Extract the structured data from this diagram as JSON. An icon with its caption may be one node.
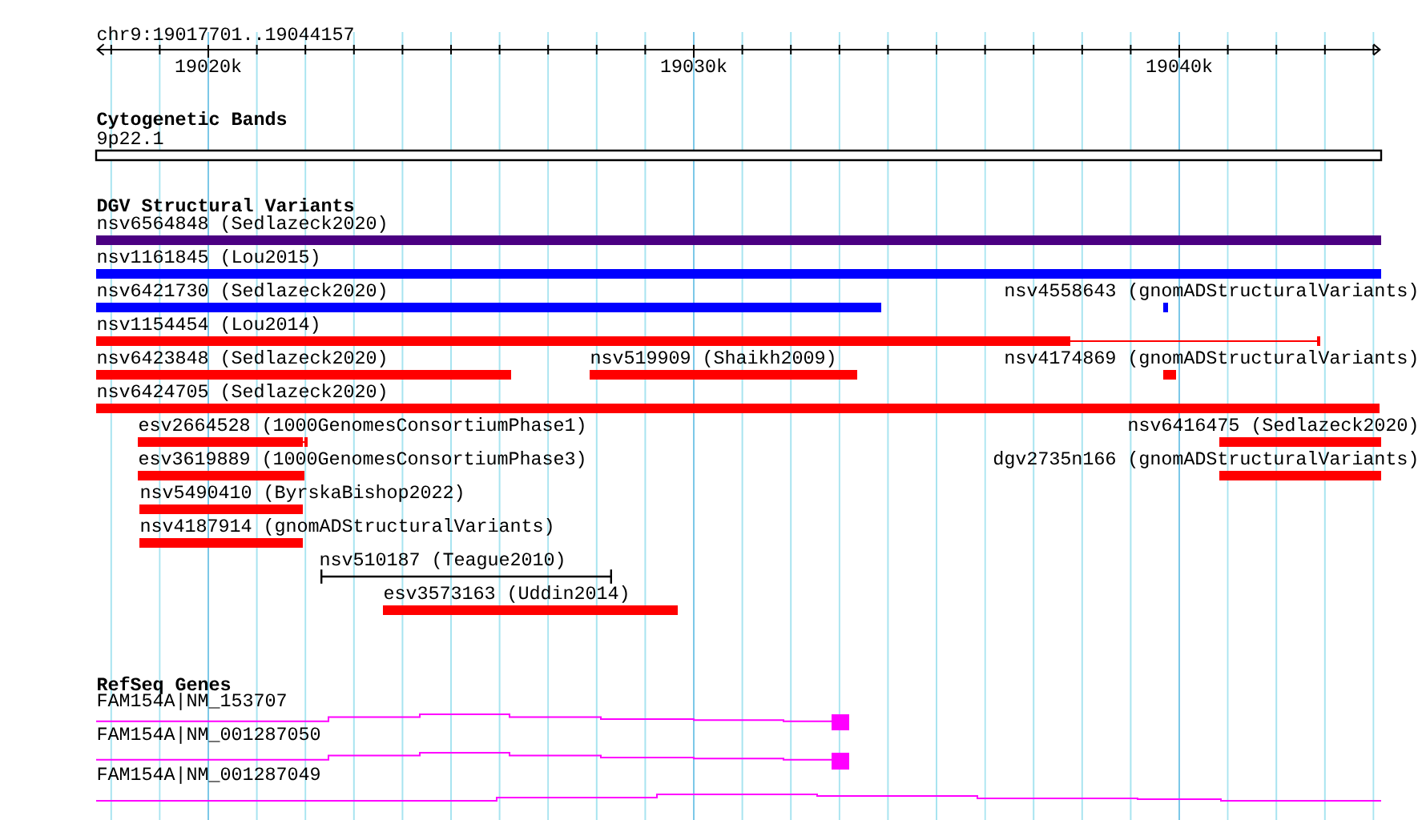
{
  "diagram": {
    "nodes": [
      {
        "text": [
          "nsv6564848 (Sedlazeck2020)"
        ]
      },
      {
        "text": [
          "nsv1161845 (Lou2015)"
        ]
      },
      {
        "text": [
          "nsv6421730 (Sedlazeck2020)"
        ]
      },
      {
        "text": [
          "nsv4558643 (gnomADStructuralVariants)"
        ]
      },
      {
        "text": [
          "nsv1154454 (Lou2014)"
        ]
      },
      {
        "text": [
          "nsv6423848 (Sedlazeck2020)"
        ]
      },
      {
        "text": [
          "nsv519909 (Shaikh2009)"
        ]
      },
      {
        "text": [
          "nsv4174869 (gnomADStructuralVariants)"
        ]
      },
      {
        "text": [
          "nsv6424705 (Sedlazeck2020)"
        ]
      },
      {
        "text": [
          "esv2664528 (1000GenomesConsortiumPhase1)"
        ]
      },
      {
        "text": [
          "nsv6416475 (Sedlazeck2020)"
        ]
      },
      {
        "text": [
          "esv3619889 (1000GenomesConsortiumPhase3)"
        ]
      },
      {
        "text": [
          "dgv2735n166 (gnomADStructuralVariants)"
        ]
      },
      {
        "text": [
          "nsv5490410 (ByrskaBishop2022)"
        ]
      },
      {
        "text": [
          "nsv4187914 (gnomADStructuralVariants)"
        ]
      },
      {
        "text": [
          "nsv510187 (Teague2010)"
        ]
      },
      {
        "text": [
          "esv3573163 (Uddin2014)"
        ]
      },
      {
        "text": [
          "FAM154A|NM_153707"
        ]
      },
      {
        "text": [
          "FAM154A|NM_001287050"
        ]
      },
      {
        "text": [
          "FAM154A|NM_001287049"
        ]
      }
    ],
    "labels": [
      "chr9:19017701..19044157",
      "19020k",
      "19030k",
      "19040k",
      "Cytogenetic Bands",
      "9p22.1",
      "DGV Structural Variants",
      "RefSeq Genes"
    ]
  }
}
